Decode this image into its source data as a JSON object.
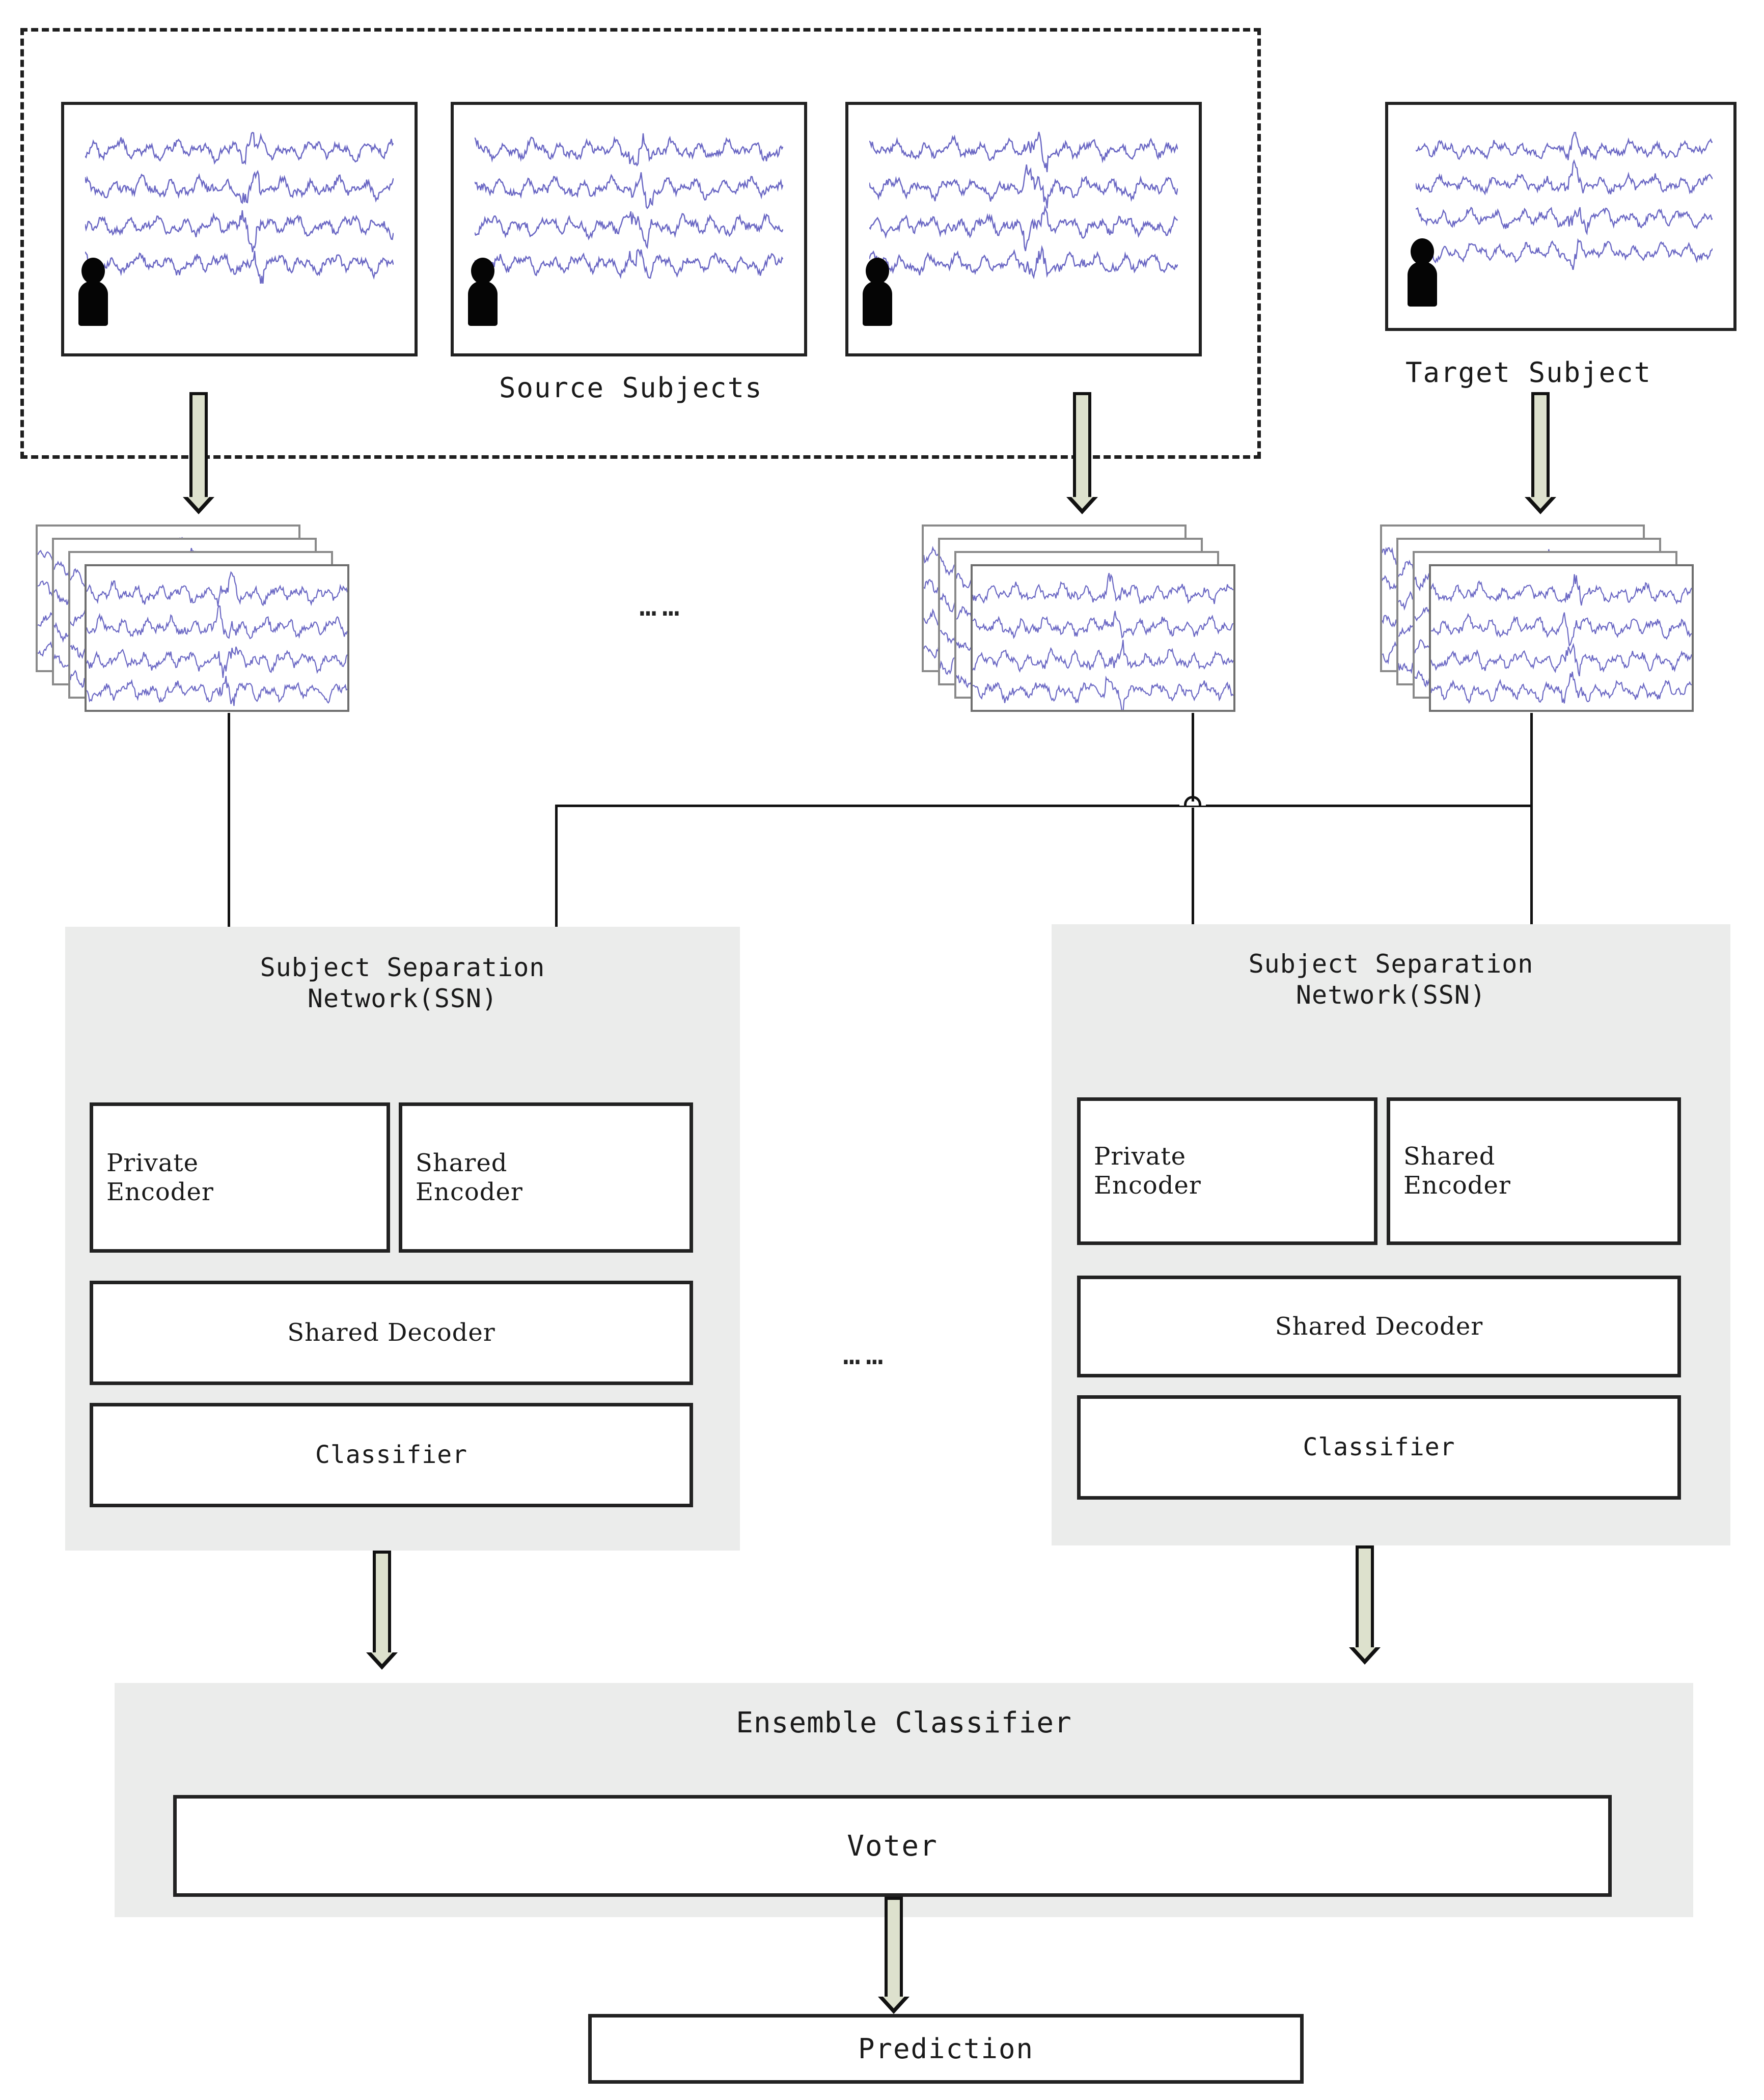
{
  "diagram": {
    "title": "Subject Separation Network ensemble architecture",
    "colors": {
      "arrow_fill": "#dde1cd",
      "arrow_outline": "#111111",
      "panel_bg": "#ebeceb",
      "box_border": "#222222",
      "eeg_trace": "#6b68c4",
      "sheet_border": "#8a8a8a",
      "dashed_border": "#1f1f1f"
    }
  },
  "source_group": {
    "caption": "Source Subjects",
    "cards": [
      {
        "name": "source-subject-1",
        "icon": "person-icon",
        "signal": "eeg-waveform"
      },
      {
        "name": "source-subject-2",
        "icon": "person-icon",
        "signal": "eeg-waveform"
      },
      {
        "name": "source-subject-3",
        "icon": "person-icon",
        "signal": "eeg-waveform"
      }
    ]
  },
  "target_group": {
    "caption": "Target Subject",
    "card": {
      "name": "target-subject",
      "icon": "person-icon",
      "signal": "eeg-waveform"
    }
  },
  "stacks": {
    "ellipsis": "……",
    "items": [
      {
        "name": "source-epoch-stack-1",
        "sheets": 4
      },
      {
        "name": "source-epoch-stack-n",
        "sheets": 4
      },
      {
        "name": "target-epoch-stack",
        "sheets": 4
      }
    ]
  },
  "ssn": {
    "ellipsis": "……",
    "networks": [
      {
        "title_line1": "Subject Separation",
        "title_line2": "Network(SSN)",
        "private_encoder": "Private\nEncoder",
        "private_encoder_l1": "Private",
        "private_encoder_l2": "Encoder",
        "shared_encoder_l1": "Shared",
        "shared_encoder_l2": "Encoder",
        "shared_decoder": "Shared Decoder",
        "classifier": "Classifier"
      },
      {
        "title_line1": "Subject Separation",
        "title_line2": "Network(SSN)",
        "private_encoder_l1": "Private",
        "private_encoder_l2": "Encoder",
        "shared_encoder_l1": "Shared",
        "shared_encoder_l2": "Encoder",
        "shared_decoder": "Shared Decoder",
        "classifier": "Classifier"
      }
    ]
  },
  "ensemble": {
    "title": "Ensemble Classifier",
    "voter": "Voter"
  },
  "output": {
    "prediction": "Prediction"
  }
}
